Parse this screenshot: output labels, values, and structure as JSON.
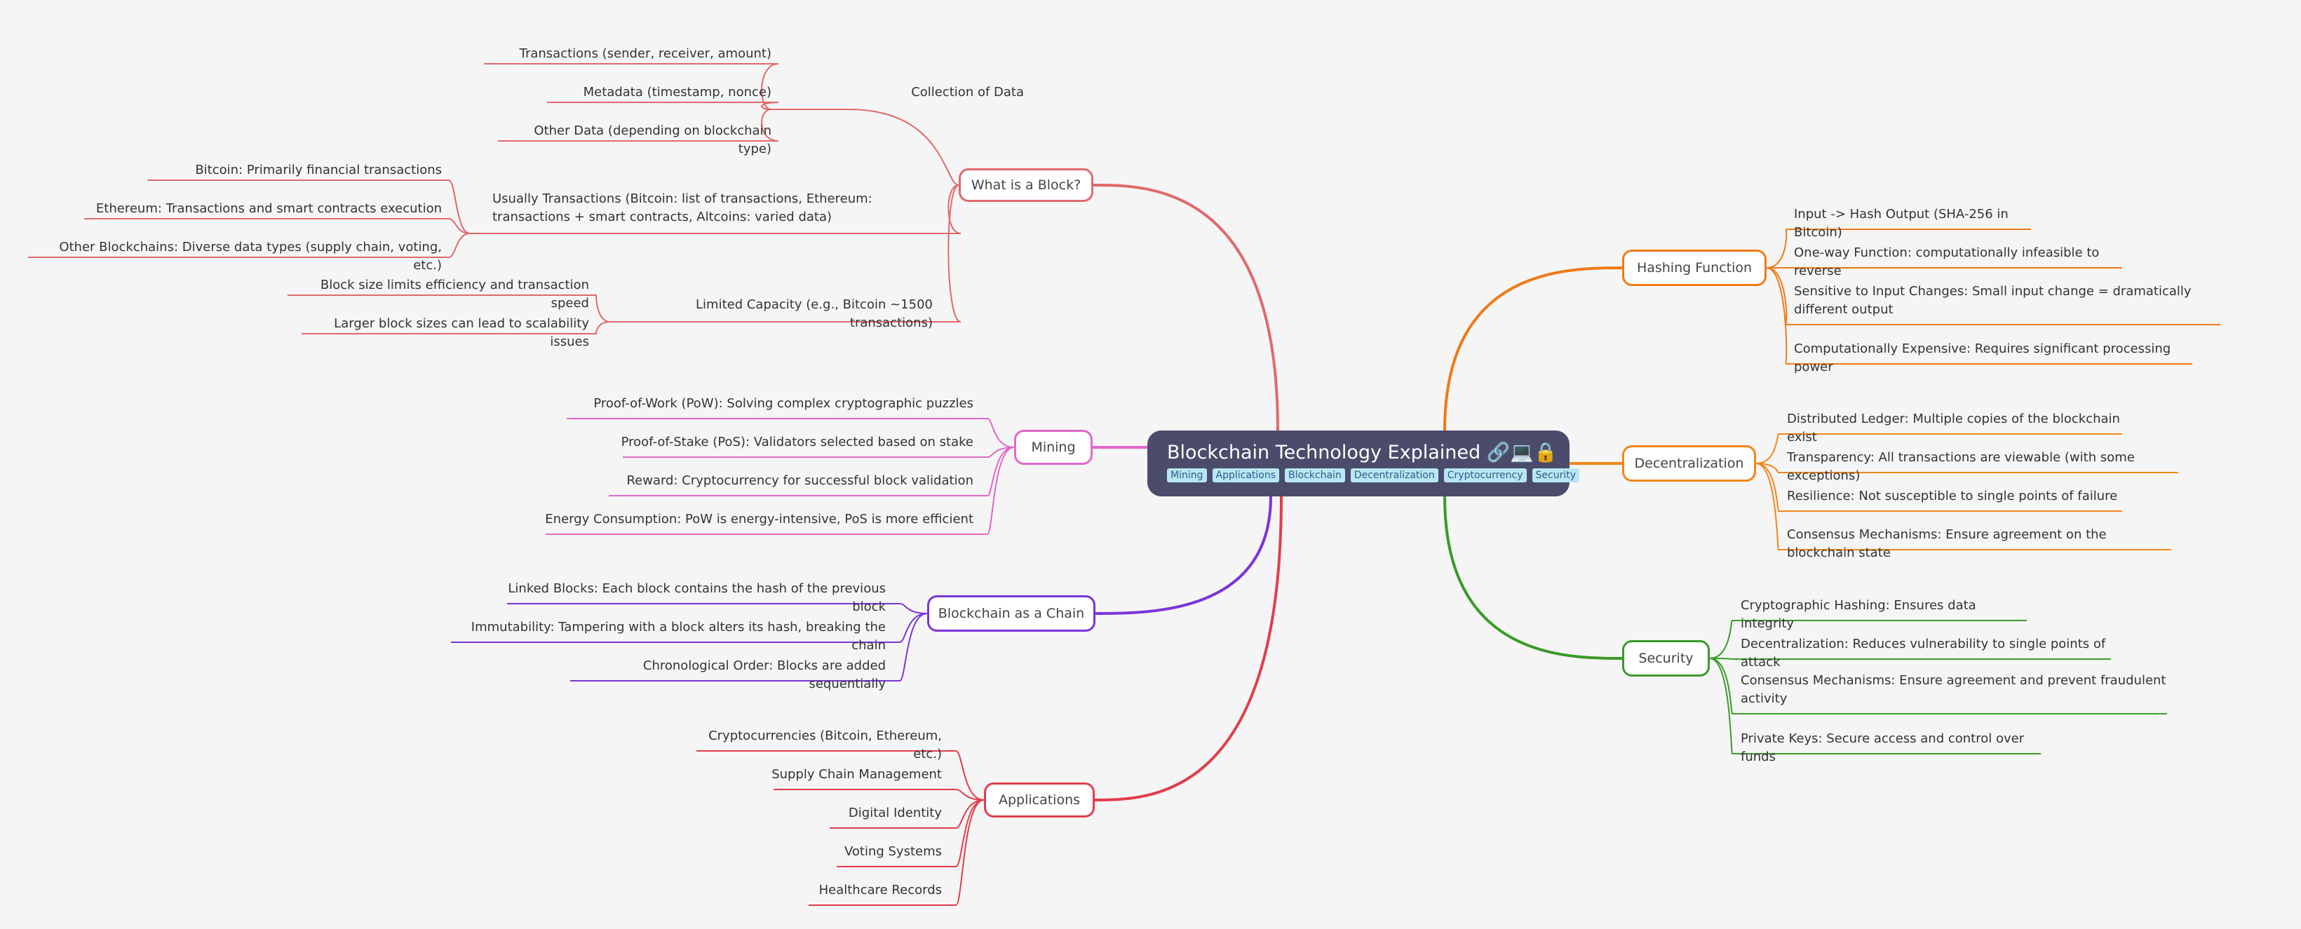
{
  "root": {
    "title": "Blockchain Technology Explained 🔗💻🔒",
    "tags": [
      "Mining",
      "Applications",
      "Blockchain",
      "Decentralization",
      "Cryptocurrency",
      "Security"
    ]
  },
  "colors": {
    "background": "#f5f5f5",
    "root_fill": "#4b4c6b",
    "tag_fill": "#b9e6f5",
    "what_is_block": "#e0696b",
    "mining": "#e068c8",
    "chain": "#7b35d8",
    "applications": "#e03e4c",
    "hashing": "#f07a17",
    "decentralization": "#f0861a",
    "security": "#3a9a2a"
  },
  "branches": [
    {
      "id": "what_is_block",
      "label": "What is a Block?",
      "side": "left",
      "children": [
        {
          "label": "Collection of Data",
          "children": [
            "Transactions (sender, receiver, amount)",
            "Metadata (timestamp, nonce)",
            "Other Data (depending on blockchain type)"
          ]
        },
        {
          "label": "Usually Transactions (Bitcoin: list of transactions, Ethereum: transactions + smart contracts, Altcoins: varied data)",
          "children": [
            "Bitcoin: Primarily financial transactions",
            "Ethereum: Transactions and smart contracts execution",
            "Other Blockchains: Diverse data types (supply chain, voting, etc.)"
          ]
        },
        {
          "label": "Limited Capacity (e.g., Bitcoin ~1500 transactions)",
          "children": [
            "Block size limits efficiency and transaction speed",
            "Larger block sizes can lead to scalability issues"
          ]
        }
      ]
    },
    {
      "id": "mining",
      "label": "Mining",
      "side": "left",
      "children": [
        {
          "label": "Proof-of-Work (PoW): Solving complex cryptographic puzzles"
        },
        {
          "label": "Proof-of-Stake (PoS): Validators selected based on stake"
        },
        {
          "label": "Reward: Cryptocurrency for successful block validation"
        },
        {
          "label": "Energy Consumption: PoW is energy-intensive, PoS is more efficient"
        }
      ]
    },
    {
      "id": "chain",
      "label": "Blockchain as a Chain",
      "side": "left",
      "children": [
        {
          "label": "Linked Blocks: Each block contains the hash of the previous block"
        },
        {
          "label": "Immutability: Tampering with a block alters its hash, breaking the chain"
        },
        {
          "label": "Chronological Order: Blocks are added sequentially"
        }
      ]
    },
    {
      "id": "applications",
      "label": "Applications",
      "side": "left",
      "children": [
        {
          "label": "Cryptocurrencies (Bitcoin, Ethereum, etc.)"
        },
        {
          "label": "Supply Chain Management"
        },
        {
          "label": "Digital Identity"
        },
        {
          "label": "Voting Systems"
        },
        {
          "label": "Healthcare Records"
        }
      ]
    },
    {
      "id": "hashing",
      "label": "Hashing Function",
      "side": "right",
      "children": [
        {
          "label": "Input -> Hash Output (SHA-256 in Bitcoin)"
        },
        {
          "label": "One-way Function: computationally infeasible to reverse"
        },
        {
          "label": "Sensitive to Input Changes: Small input change = dramatically different output"
        },
        {
          "label": "Computationally Expensive: Requires significant processing power"
        }
      ]
    },
    {
      "id": "decentralization",
      "label": "Decentralization",
      "side": "right",
      "children": [
        {
          "label": "Distributed Ledger: Multiple copies of the blockchain exist"
        },
        {
          "label": "Transparency: All transactions are viewable (with some exceptions)"
        },
        {
          "label": "Resilience: Not susceptible to single points of failure"
        },
        {
          "label": "Consensus Mechanisms: Ensure agreement on the blockchain state"
        }
      ]
    },
    {
      "id": "security",
      "label": "Security",
      "side": "right",
      "children": [
        {
          "label": "Cryptographic Hashing: Ensures data integrity"
        },
        {
          "label": "Decentralization: Reduces vulnerability to single points of attack"
        },
        {
          "label": "Consensus Mechanisms: Ensure agreement and prevent fraudulent activity"
        },
        {
          "label": "Private Keys: Secure access and control over funds"
        }
      ]
    }
  ]
}
